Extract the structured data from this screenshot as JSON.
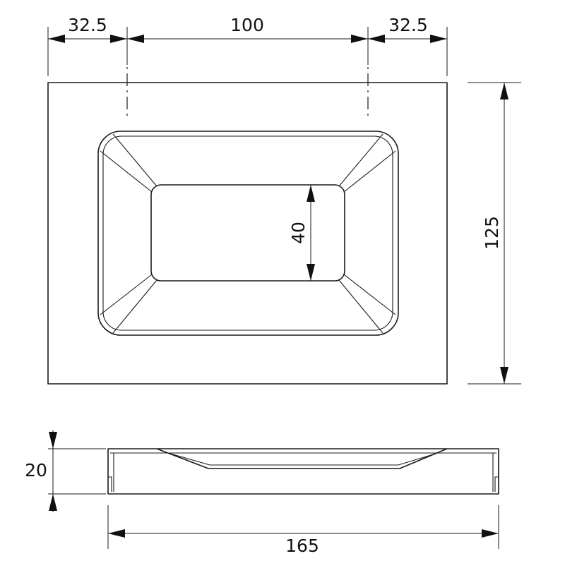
{
  "drawing": {
    "top_view": {
      "dim_left_margin": "32.5",
      "dim_center_width": "100",
      "dim_right_margin": "32.5",
      "dim_inner_height": "40",
      "dim_total_height": "125"
    },
    "side_view": {
      "dim_depth": "20",
      "dim_total_width": "165"
    }
  }
}
